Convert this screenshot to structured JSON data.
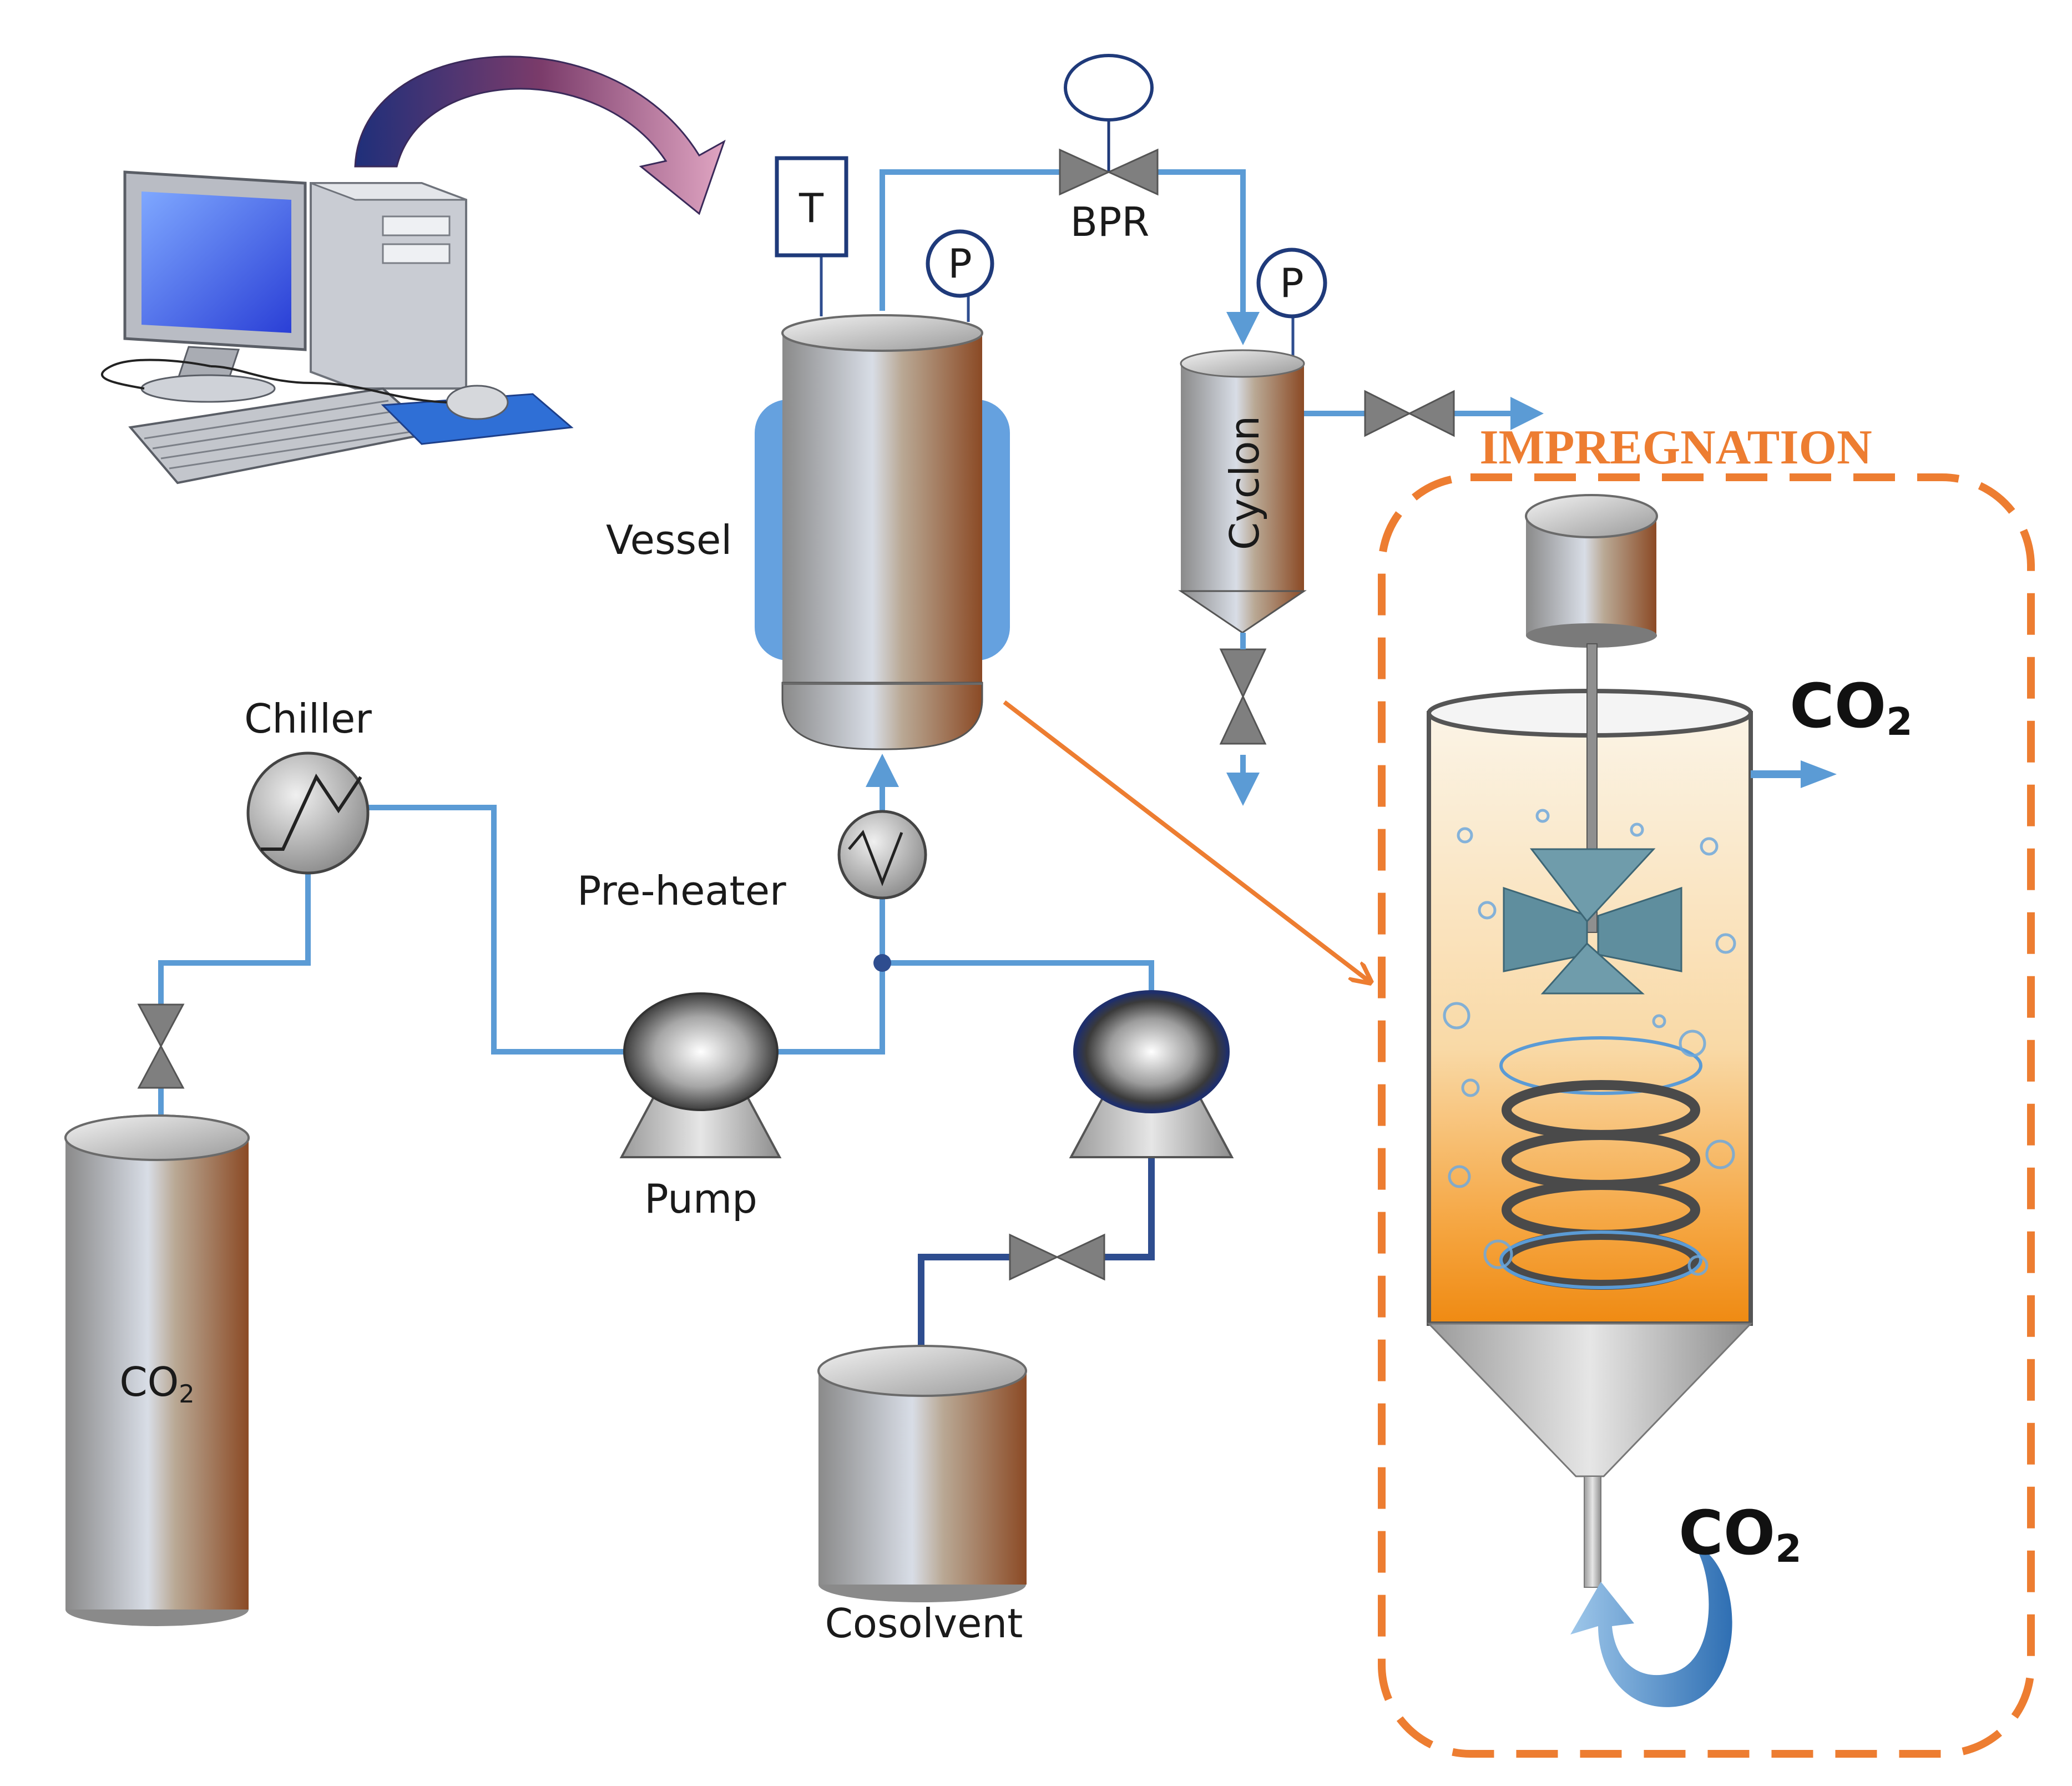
{
  "labels": {
    "t_sensor": "T",
    "p_vessel": "P",
    "p_cyclone": "P",
    "bpr": "BPR",
    "vessel": "Vessel",
    "cyclone": "Cyclon",
    "chiller": "Chiller",
    "preheater": "Pre-heater",
    "pump": "Pump",
    "cosolvent": "Cosolvent",
    "co2_main": "CO",
    "co2_sub": "2",
    "impregnation": "IMPREGNATION",
    "co2_out": "CO",
    "co2_out_sub": "2",
    "co2_recycle": "CO",
    "co2_recycle_sub": "2"
  },
  "colors": {
    "pipe": "#5b9bd5",
    "pipe_dark": "#2e4d8f",
    "impregnation_accent": "#ed7d31",
    "vessel_jacket": "#4a90d9",
    "valve": "#7f7f7f"
  },
  "icons": {
    "computer": "desktop-computer-icon",
    "data_arrow": "curved-arrow-icon",
    "valve": "needle-valve-icon",
    "pump": "centrifugal-pump-icon",
    "heat_exchanger": "heat-exchanger-icon"
  }
}
